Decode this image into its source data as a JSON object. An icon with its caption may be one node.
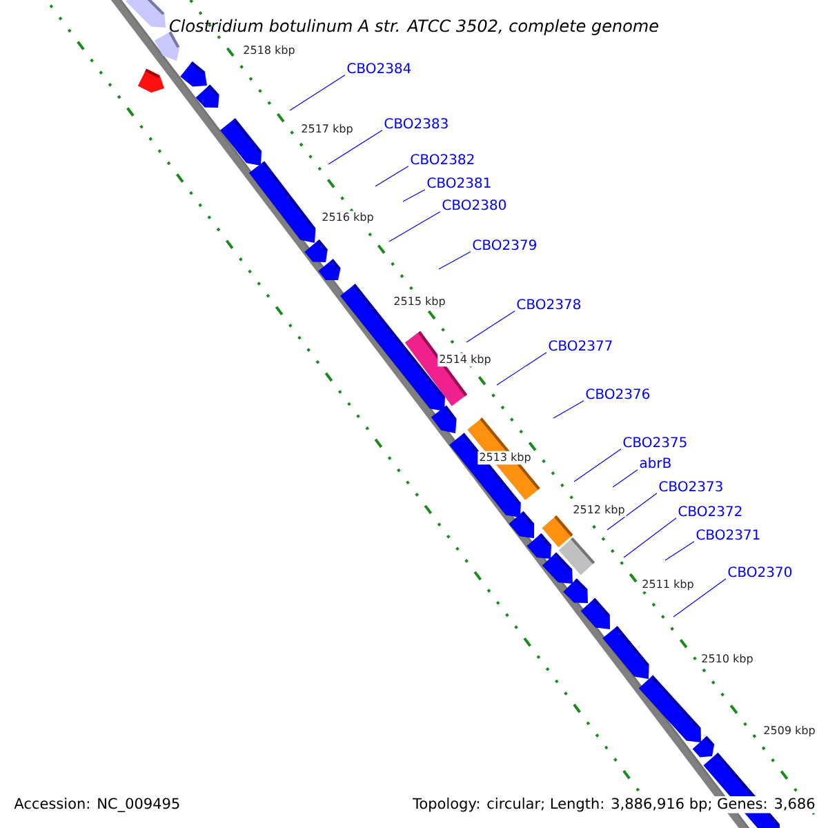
{
  "diagram": {
    "title": "*Clostridium botulinum* *A str. ATCC 3502, complete genome*",
    "nodes": [
      {
        "text": [
          "CBO2384"
        ]
      },
      {
        "text": [
          "CBO2383"
        ]
      },
      {
        "text": [
          "CBO2382"
        ]
      },
      {
        "text": [
          "CBO2381"
        ]
      },
      {
        "text": [
          "CBO2380"
        ]
      },
      {
        "text": [
          "CBO2379"
        ]
      },
      {
        "text": [
          "CBO2378"
        ]
      },
      {
        "text": [
          "CBO2377"
        ]
      },
      {
        "text": [
          "CBO2376"
        ]
      },
      {
        "text": [
          "CBO2375"
        ]
      },
      {
        "text": [
          "abrB"
        ]
      },
      {
        "text": [
          "CBO2373"
        ]
      },
      {
        "text": [
          "CBO2372"
        ]
      },
      {
        "text": [
          "CBO2371"
        ]
      },
      {
        "text": [
          "CBO2370"
        ]
      }
    ],
    "edges": [
      {
        "from": 0,
        "to": null,
        "arrow": "none"
      },
      {
        "from": 1,
        "to": null,
        "arrow": "none"
      },
      {
        "from": 2,
        "to": null,
        "arrow": "none"
      },
      {
        "from": 3,
        "to": null,
        "arrow": "none"
      },
      {
        "from": 4,
        "to": null,
        "arrow": "none"
      },
      {
        "from": 5,
        "to": null,
        "arrow": "none"
      },
      {
        "from": 6,
        "to": null,
        "arrow": "none"
      },
      {
        "from": 7,
        "to": null,
        "arrow": "none"
      },
      {
        "from": 8,
        "to": null,
        "arrow": "none"
      },
      {
        "from": 9,
        "to": null,
        "arrow": "none"
      },
      {
        "from": 10,
        "to": null,
        "arrow": "none"
      },
      {
        "from": 11,
        "to": null,
        "arrow": "none"
      },
      {
        "from": 12,
        "to": null,
        "arrow": "none"
      },
      {
        "from": 13,
        "to": null,
        "arrow": "none"
      },
      {
        "from": 14,
        "to": null,
        "arrow": "none"
      }
    ],
    "labels": [
      "2518 kbp",
      "2517 kbp",
      "2516 kbp",
      "2515 kbp",
      "2514 kbp",
      "2513 kbp",
      "2512 kbp",
      "2511 kbp",
      "2510 kbp",
      "2509 kbp",
      "Accession: NC_009495",
      "Topology: circular; Length: 3,886,916 bp; Genes: 3,686"
    ]
  }
}
